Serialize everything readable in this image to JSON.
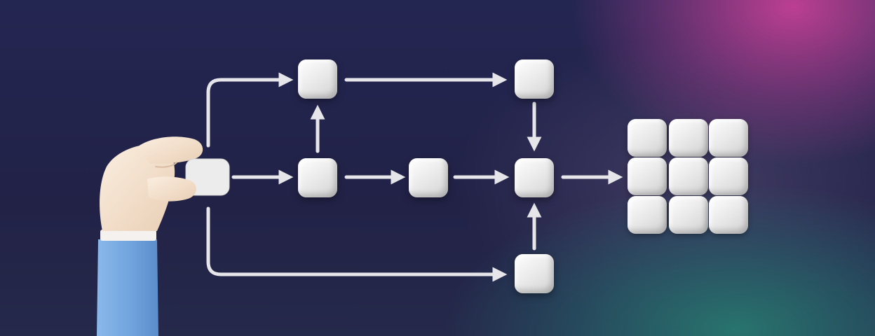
{
  "diagram": {
    "nodes": [
      {
        "id": "held"
      },
      {
        "id": "top-1"
      },
      {
        "id": "top-2"
      },
      {
        "id": "mid-1"
      },
      {
        "id": "mid-2"
      },
      {
        "id": "merge"
      },
      {
        "id": "bottom"
      }
    ],
    "edges": [
      {
        "from": "held",
        "to": "top-1"
      },
      {
        "from": "held",
        "to": "mid-1"
      },
      {
        "from": "held",
        "to": "bottom"
      },
      {
        "from": "mid-1",
        "to": "top-1"
      },
      {
        "from": "top-1",
        "to": "top-2"
      },
      {
        "from": "top-2",
        "to": "merge"
      },
      {
        "from": "mid-1",
        "to": "mid-2"
      },
      {
        "from": "mid-2",
        "to": "merge"
      },
      {
        "from": "bottom",
        "to": "merge"
      },
      {
        "from": "merge",
        "to": "output-grid"
      }
    ],
    "output_grid": {
      "rows": 3,
      "cols": 3
    }
  },
  "colors": {
    "cube": "#ececec",
    "arrow": "#e6e6ea",
    "background_base": "#232550",
    "glow_top_right": "#c44096",
    "glow_bottom_right": "#287870",
    "sleeve": "#6fa2dc",
    "skin": "#f2dcc4"
  },
  "icons": {
    "hand": "hand-holding-cube-icon"
  }
}
